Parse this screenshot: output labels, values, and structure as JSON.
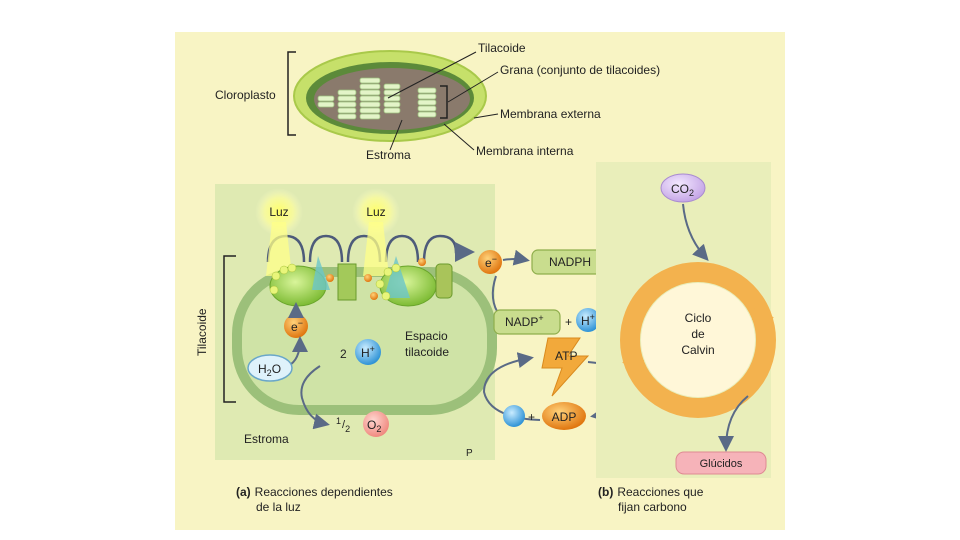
{
  "chloroplast": {
    "label": "Cloroplasto",
    "thylakoid": "Tilacoide",
    "grana": "Grana (conjunto de tilacoides)",
    "outer_membrane": "Membrana externa",
    "inner_membrane": "Membrana interna",
    "stroma": "Estroma"
  },
  "light_reactions": {
    "side_label": "Tilacoide",
    "light_1": "Luz",
    "light_2": "Luz",
    "electron": "e",
    "electron_sup": "−",
    "electron_inner": "e",
    "electron_inner_sup": "−",
    "water": "H",
    "water_sub": "2",
    "water_end": "O",
    "proton_count": "2",
    "proton": "H",
    "proton_sup": "+",
    "lumen_line1": "Espacio",
    "lumen_line2": "tilacoide",
    "half": "1",
    "half_den": "2",
    "oxygen": "O",
    "oxygen_sub": "2",
    "stroma": "Estroma",
    "p_label": "P",
    "caption_letter": "(a)",
    "caption_line1": "Reacciones dependientes",
    "caption_line2": "de la luz"
  },
  "carriers": {
    "nadph": "NADPH",
    "nadp": "NADP",
    "nadp_sup": "+",
    "plus_1": "+",
    "h": "H",
    "h_sup": "+",
    "atp": "ATP",
    "plus_2": "+",
    "adp": "ADP"
  },
  "calvin": {
    "co2": "CO",
    "co2_sub": "2",
    "line1": "Ciclo",
    "line2": "de",
    "line3": "Calvin",
    "glucids": "Glúcidos",
    "caption_letter": "(b)",
    "caption_line1": "Reacciones que",
    "caption_line2": "fijan carbono"
  },
  "colors": {
    "panel_bg": "#f8f4c4",
    "panel_green": "#dfeab2",
    "thylakoid_edge": "#9cc07a",
    "thylakoid_fill": "#cfe3a6",
    "calvin_ring": "#f3b24e"
  }
}
